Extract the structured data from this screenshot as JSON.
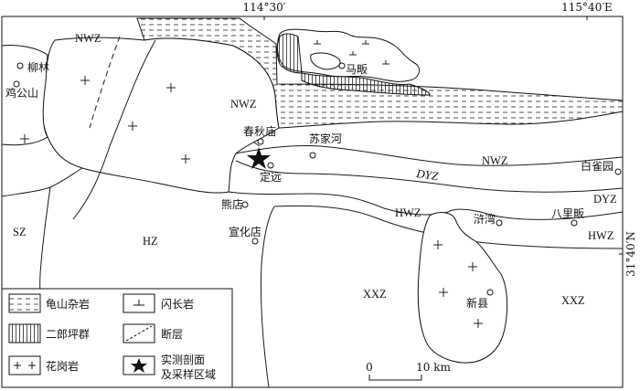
{
  "coordinates": {
    "lon_left": "114°30′",
    "lon_right": "115°40′E",
    "lat_right": "31°40′N"
  },
  "zones": {
    "nwz_1": "NWZ",
    "nwz_2": "NWZ",
    "nwz_3": "NWZ",
    "sz": "SZ",
    "hz": "HZ",
    "hwz_1": "HWZ",
    "hwz_2": "HWZ",
    "xxz_1": "XXZ",
    "xxz_2": "XXZ",
    "dyz_right": "DYZ",
    "dyz_fault": "DYZ"
  },
  "places": {
    "liulin": "柳林",
    "jigongshan": "鸡公山",
    "mafan": "马畈",
    "chunqiumiao": "春秋庙",
    "sujiahe": "苏家河",
    "dingyuan": "定远",
    "xiongdian": "熊店",
    "xuanhuadian": "宣化店",
    "baiqueyuan": "白雀园",
    "huwan": "浒湾",
    "balifan": "八里畈",
    "xinxian": "新县"
  },
  "legend": {
    "guishan": "龟山杂岩",
    "shanchangyan": "闪长岩",
    "erlangping": "二郎坪群",
    "fault": "断层",
    "granite": "花岗岩",
    "section_line1": "实测剖面",
    "section_line2": "及采样区域"
  },
  "scale": {
    "zero": "0",
    "ten_km": "10 km"
  }
}
